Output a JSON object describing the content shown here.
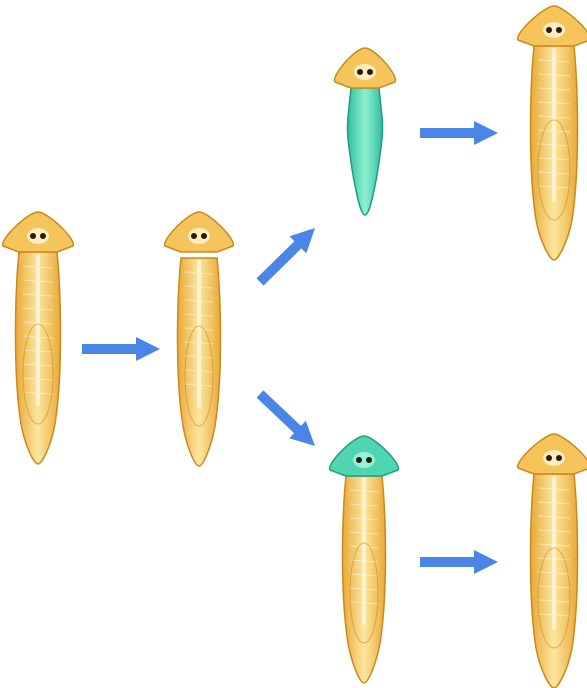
{
  "diagram": {
    "type": "planarian-regeneration",
    "colors": {
      "background": "#ffffff",
      "body_fill": "#f5c45a",
      "body_light": "#fde6a0",
      "body_outline": "#c98a1d",
      "inner_lines": "#fff3d0",
      "eye_color": "#2a1a0a",
      "regenerated_tissue": "#4fd6b0",
      "regenerated_outline": "#1f9d84",
      "arrow": "#4a86e8"
    },
    "icons": {
      "worm": "planarian-icon",
      "arrow": "arrow-right-icon"
    },
    "stages": [
      {
        "id": "intact",
        "state": "whole worm"
      },
      {
        "id": "cut",
        "state": "head removed"
      },
      {
        "id": "head-piece",
        "state": "head fragment regenerating new body",
        "regenerated_part": "body"
      },
      {
        "id": "head-piece-result",
        "state": "complete worm"
      },
      {
        "id": "tail-piece",
        "state": "body fragment regenerating new head",
        "regenerated_part": "head"
      },
      {
        "id": "tail-piece-result",
        "state": "complete worm"
      }
    ]
  }
}
